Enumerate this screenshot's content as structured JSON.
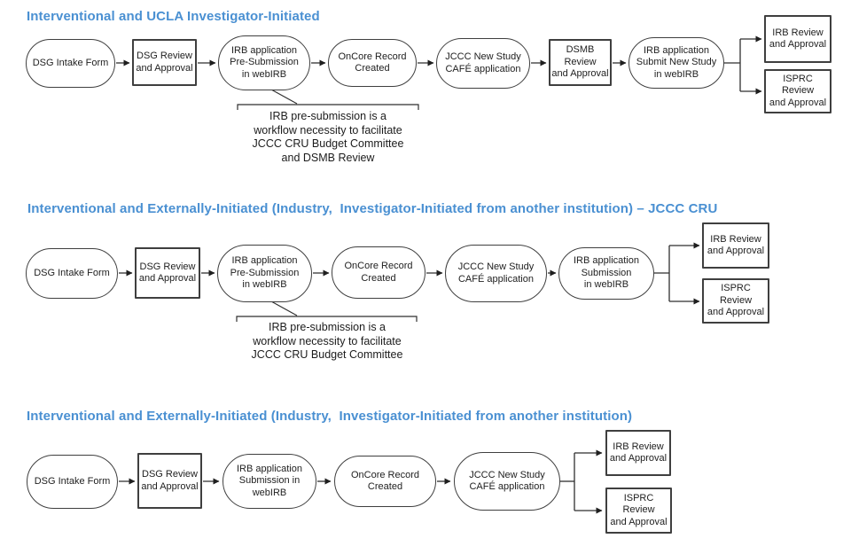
{
  "colors": {
    "heading_blue": "#4a90d2",
    "shape_border": "#3f3f3f",
    "text": "#212121",
    "background": "#ffffff"
  },
  "rows": [
    {
      "title": "Interventional and UCLA Investigator-Initiated",
      "nodes": [
        {
          "shape": "terminator",
          "label": "DSG Intake Form"
        },
        {
          "shape": "process",
          "label": "DSG Review\nand Approval"
        },
        {
          "shape": "terminator",
          "label": "IRB application\nPre-Submission\nin webIRB"
        },
        {
          "shape": "terminator",
          "label": "OnCore Record\nCreated"
        },
        {
          "shape": "terminator",
          "label": "JCCC New Study\nCAFÉ application"
        },
        {
          "shape": "process",
          "label": "DSMB Review\nand Approval"
        },
        {
          "shape": "terminator",
          "label": "IRB application\nSubmit New Study\nin webIRB"
        },
        {
          "shape": "process",
          "label": "IRB Review\nand Approval"
        },
        {
          "shape": "process",
          "label": "ISPRC Review\nand Approval"
        }
      ],
      "note": "IRB pre-submission is a\nworkflow necessity to facilitate\nJCCC CRU Budget Committee\nand DSMB Review"
    },
    {
      "title": "Interventional and Externally-Initiated (Industry,  Investigator-Initiated from another institution) – JCCC CRU",
      "nodes": [
        {
          "shape": "terminator",
          "label": "DSG Intake Form"
        },
        {
          "shape": "process",
          "label": "DSG Review\nand Approval"
        },
        {
          "shape": "terminator",
          "label": "IRB application\nPre-Submission\nin webIRB"
        },
        {
          "shape": "terminator",
          "label": "OnCore Record\nCreated"
        },
        {
          "shape": "terminator",
          "label": "JCCC New Study\nCAFÉ application"
        },
        {
          "shape": "terminator",
          "label": "IRB application\nSubmission\nin webIRB"
        },
        {
          "shape": "process",
          "label": "IRB Review\nand Approval"
        },
        {
          "shape": "process",
          "label": "ISPRC Review\nand Approval"
        }
      ],
      "note": "IRB pre-submission is a\nworkflow necessity to facilitate\nJCCC CRU Budget Committee"
    },
    {
      "title": "Interventional and Externally-Initiated (Industry,  Investigator-Initiated from another institution)",
      "nodes": [
        {
          "shape": "terminator",
          "label": "DSG Intake Form"
        },
        {
          "shape": "process",
          "label": "DSG Review\nand Approval"
        },
        {
          "shape": "terminator",
          "label": "IRB application\nSubmission in\nwebIRB"
        },
        {
          "shape": "terminator",
          "label": "OnCore Record\nCreated"
        },
        {
          "shape": "terminator",
          "label": "JCCC New Study\nCAFÉ application"
        },
        {
          "shape": "process",
          "label": "IRB Review\nand Approval"
        },
        {
          "shape": "process",
          "label": "ISPRC Review\nand Approval"
        }
      ],
      "note": ""
    }
  ]
}
